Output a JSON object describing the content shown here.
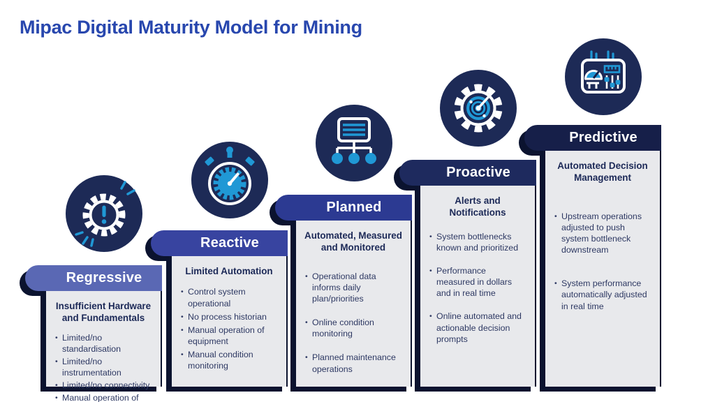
{
  "title": "Mipac Digital Maturity Model for Mining",
  "colors": {
    "brand": "#2847AE",
    "accent": "#2098D5",
    "navy": "#1D2A56",
    "deep": "#15204A",
    "shadow": "#0B132F",
    "cardbg": "#E8E9EC",
    "headtext": "#1C2957",
    "bodytext": "#2E3963"
  },
  "stages": [
    {
      "name": "Regressive",
      "icon": "broken-gear-alert-icon",
      "header_color": "#5A68B4",
      "heading": "Insufficient Hardware and Fundamentals",
      "bullets": [
        "Limited/no standardisation",
        "Limited/no instrumentation",
        "Limited/no connectivity",
        "Manual operation of equipment"
      ]
    },
    {
      "name": "Reactive",
      "icon": "stopwatch-icon",
      "header_color": "#3844A0",
      "heading": "Limited Automation",
      "bullets": [
        "Control system operational",
        "No process historian",
        "Manual operation of equipment",
        "Manual condition monitoring"
      ]
    },
    {
      "name": "Planned",
      "icon": "org-chart-icon",
      "header_color": "#2C3A92",
      "heading": "Automated, Measured and Monitored",
      "bullets": [
        "Operational data informs daily plan/priorities",
        "Online condition monitoring",
        "Planned maintenance operations"
      ]
    },
    {
      "name": "Proactive",
      "icon": "radar-gear-icon",
      "header_color": "#1E2A5E",
      "heading": "Alerts and Notifications",
      "bullets": [
        "System bottlenecks known and prioritized",
        "Performance measured in dollars and in real time",
        "Online automated and actionable decision prompts"
      ]
    },
    {
      "name": "Predictive",
      "icon": "control-panel-icon",
      "header_color": "#161F49",
      "heading": "Automated Decision Management",
      "bullets": [
        "Upstream operations adjusted to push system bottleneck downstream",
        "System performance automatically adjusted in real time"
      ]
    }
  ]
}
